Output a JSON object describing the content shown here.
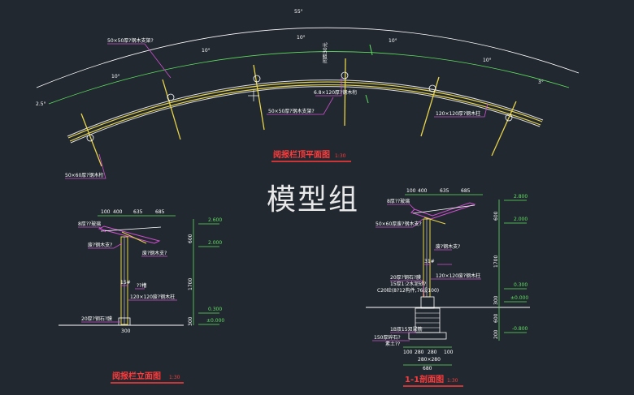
{
  "plan": {
    "title": "阅报栏顶平面图",
    "scale": "1:30",
    "top_dim": "55°",
    "seg_dims": [
      "2.5°",
      "10°",
      "10°",
      "10°",
      "10°",
      "10°",
      "3°"
    ],
    "spacing_label": "间距30元",
    "notes": [
      "50×50厚?钢木支架?",
      "6.8×120厚?钢木桁",
      "50×50厚?钢木支架?",
      "120×120厚?钢木柱",
      "50×60厚?钢木桁"
    ]
  },
  "watermark": "模型组",
  "elevation": {
    "title": "阅报栏立面图",
    "scale": "1:30",
    "top_dims": [
      "100",
      "400",
      "635",
      "685"
    ],
    "levels": [
      "2.600",
      "2.000",
      "0.300",
      "±0.000"
    ],
    "vdims": [
      "600",
      "1700",
      "300"
    ],
    "notes": [
      "8厚??玻璃",
      "废?钢木支?",
      "废?钢木支?",
      "15#",
      "??槽",
      "120×120废?钢木柱",
      "20厚?钢石?膜"
    ],
    "base_dim": "300"
  },
  "section": {
    "title": "1-1剖面图",
    "scale": "1:30",
    "top_dims": [
      "100",
      "400",
      "635",
      "685"
    ],
    "levels": [
      "2.800",
      "2.000",
      "0.300",
      "±0.000",
      "-0.800"
    ],
    "vdims": [
      "600",
      "1700",
      "300",
      "600",
      "200"
    ],
    "notes": [
      "8厚??玻璃",
      "50×60厚废?钢木支?",
      "废?钢木支?",
      "31#",
      "20厚?钢石?膜",
      "15厚1:2水泥砂?",
      "C20砼(8?12构件,76设100)",
      "120×120废?钢木柱",
      "1B双15双梁筋",
      "150厚碎石?",
      "素土??"
    ],
    "bottom_dims": [
      "100",
      "280",
      "280",
      "100"
    ],
    "bottom_sub": "280×280",
    "bottom_total": "680"
  }
}
